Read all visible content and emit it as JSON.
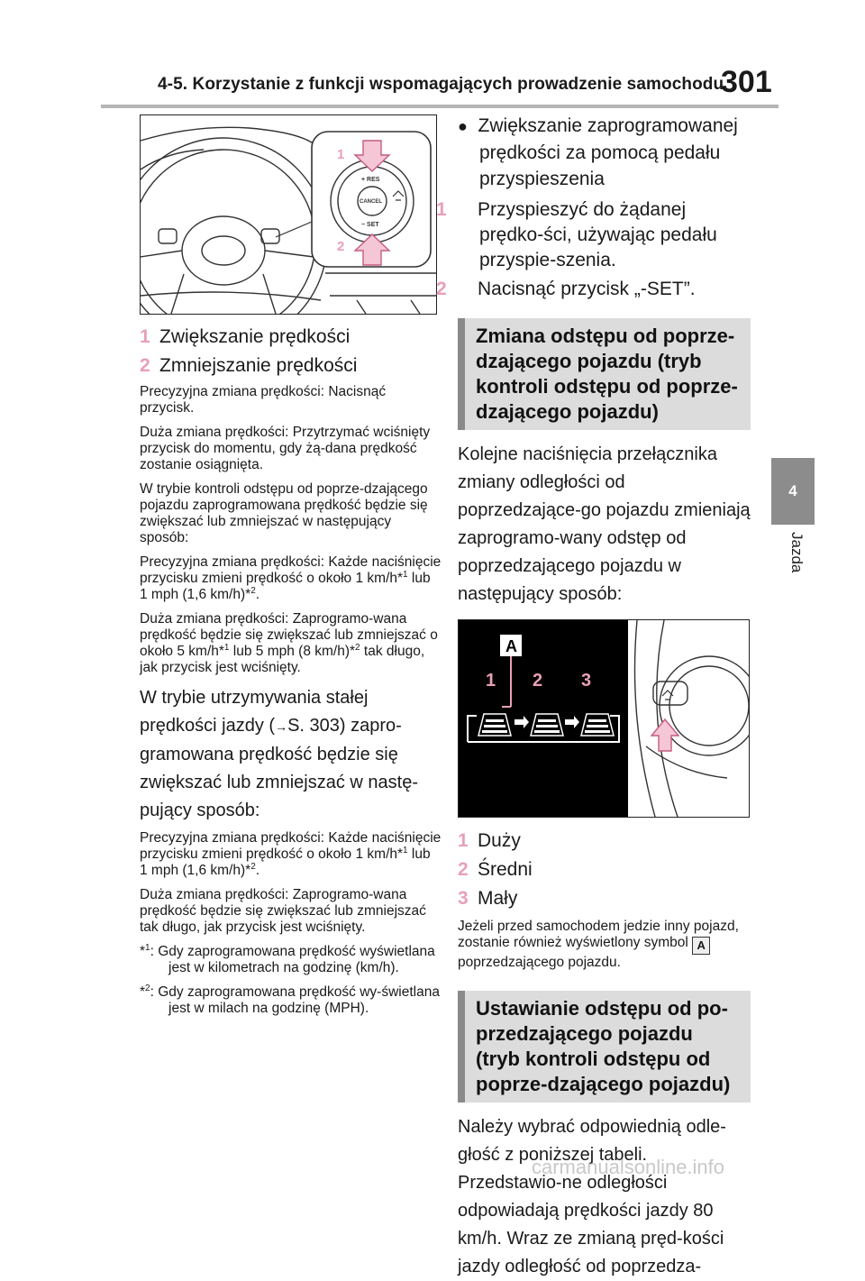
{
  "header": {
    "title": "4-5. Korzystanie z funkcji wspomagających prowadzenie samochodu",
    "page_number": "301"
  },
  "chapter": {
    "number": "4",
    "label": "Jazda"
  },
  "figure1": {
    "callout_1": "1",
    "callout_2": "2",
    "res_label": "+ RES",
    "cancel_label": "CANCEL",
    "set_label": "− SET"
  },
  "left": {
    "steps": [
      {
        "num": "1",
        "text": "Zwiększanie prędkości"
      },
      {
        "num": "2",
        "text": "Zmniejszanie prędkości"
      }
    ],
    "notes": [
      "Precyzyjna zmiana prędkości: Nacisnąć przycisk.",
      "Duża zmiana prędkości: Przytrzymać wciśnięty przycisk do momentu, gdy żą-dana prędkość zostanie osiągnięta.",
      "W trybie kontroli odstępu od poprze-dzającego pojazdu zaprogramowana prędkość będzie się zwiększać lub zmniejszać w następujący sposób:"
    ],
    "note4_a": "Precyzyjna zmiana prędkości: Każde naciśnięcie przycisku zmieni prędkość o około 1 km/h*",
    "note4_sup1": "1",
    "note4_b": " lub 1 mph (1,6 km/h)*",
    "note4_sup2": "2",
    "note4_c": ".",
    "note5_a": "Duża zmiana prędkości: Zaprogramo-wana prędkość będzie się zwiększać lub zmniejszać o około 5 km/h*",
    "note5_sup1": "1",
    "note5_b": " lub 5 mph (8 km/h)*",
    "note5_sup2": "2",
    "note5_c": " tak długo, jak przycisk jest wciśnięty.",
    "mid_a": "W trybie utrzymywania stałej prędkości jazdy (",
    "mid_arrow": "→",
    "mid_b": "S. 303) zapro-gramowana prędkość będzie się zwiększać lub zmniejszać w nastę-pujący sposób:",
    "note6_a": "Precyzyjna zmiana prędkości: Każde naciśnięcie przycisku zmieni prędkość o około 1 km/h*",
    "note6_sup1": "1",
    "note6_b": " lub 1 mph (1,6 km/h)*",
    "note6_sup2": "2",
    "note6_c": ".",
    "note7": "Duża zmiana prędkości: Zaprogramo-wana prędkość będzie się zwiększać lub zmniejszać tak długo, jak przycisk jest wciśnięty.",
    "foot1_mark": "*",
    "foot1_sup": "1",
    "foot1_text": ": Gdy zaprogramowana prędkość wyświetlana jest w kilometrach na godzinę (km/h).",
    "foot2_mark": "*",
    "foot2_sup": "2",
    "foot2_text": ": Gdy zaprogramowana prędkość wy-świetlana jest w milach na godzinę (MPH)."
  },
  "right": {
    "bullet_title": "Zwiększanie zaprogramowanej prędkości za pomocą pedału przyspieszenia",
    "steps": [
      {
        "num": "1",
        "text": "Przyspieszyć do żądanej prędko-ści, używając pedału przyspie-szenia."
      },
      {
        "num": "2",
        "text": "Nacisnąć przycisk „-SET”."
      }
    ],
    "section1_title": "Zmiana odstępu od poprze-dzającego pojazdu (tryb kontroli odstępu od poprze-dzającego pojazdu)",
    "section1_body": "Kolejne naciśnięcia przełącznika zmiany odległości od poprzedzające-go pojazdu zmieniają zaprogramo-wany odstęp od poprzedzającego pojazdu w następujący sposób:",
    "figure2": {
      "label_a": "A",
      "n1": "1",
      "n2": "2",
      "n3": "3"
    },
    "distances": [
      {
        "num": "1",
        "text": "Duży"
      },
      {
        "num": "2",
        "text": "Średni"
      },
      {
        "num": "3",
        "text": "Mały"
      }
    ],
    "note_a": "Jeżeli przed samochodem jedzie inny pojazd, zostanie również wyświetlony symbol ",
    "note_badge": "A",
    "note_b": " poprzedzającego pojazdu.",
    "section2_title": "Ustawianie odstępu od po-przedzającego pojazdu (tryb kontroli odstępu od poprze-dzającego pojazdu)",
    "section2_body": "Należy wybrać odpowiednią odle-głość z poniższej tabeli. Przedstawio-ne odległości odpowiadają prędkości jazdy 80 km/h. Wraz ze zmianą pręd-kości jazdy odległość od poprzedza-"
  },
  "watermark": "carmanualsonline.info"
}
